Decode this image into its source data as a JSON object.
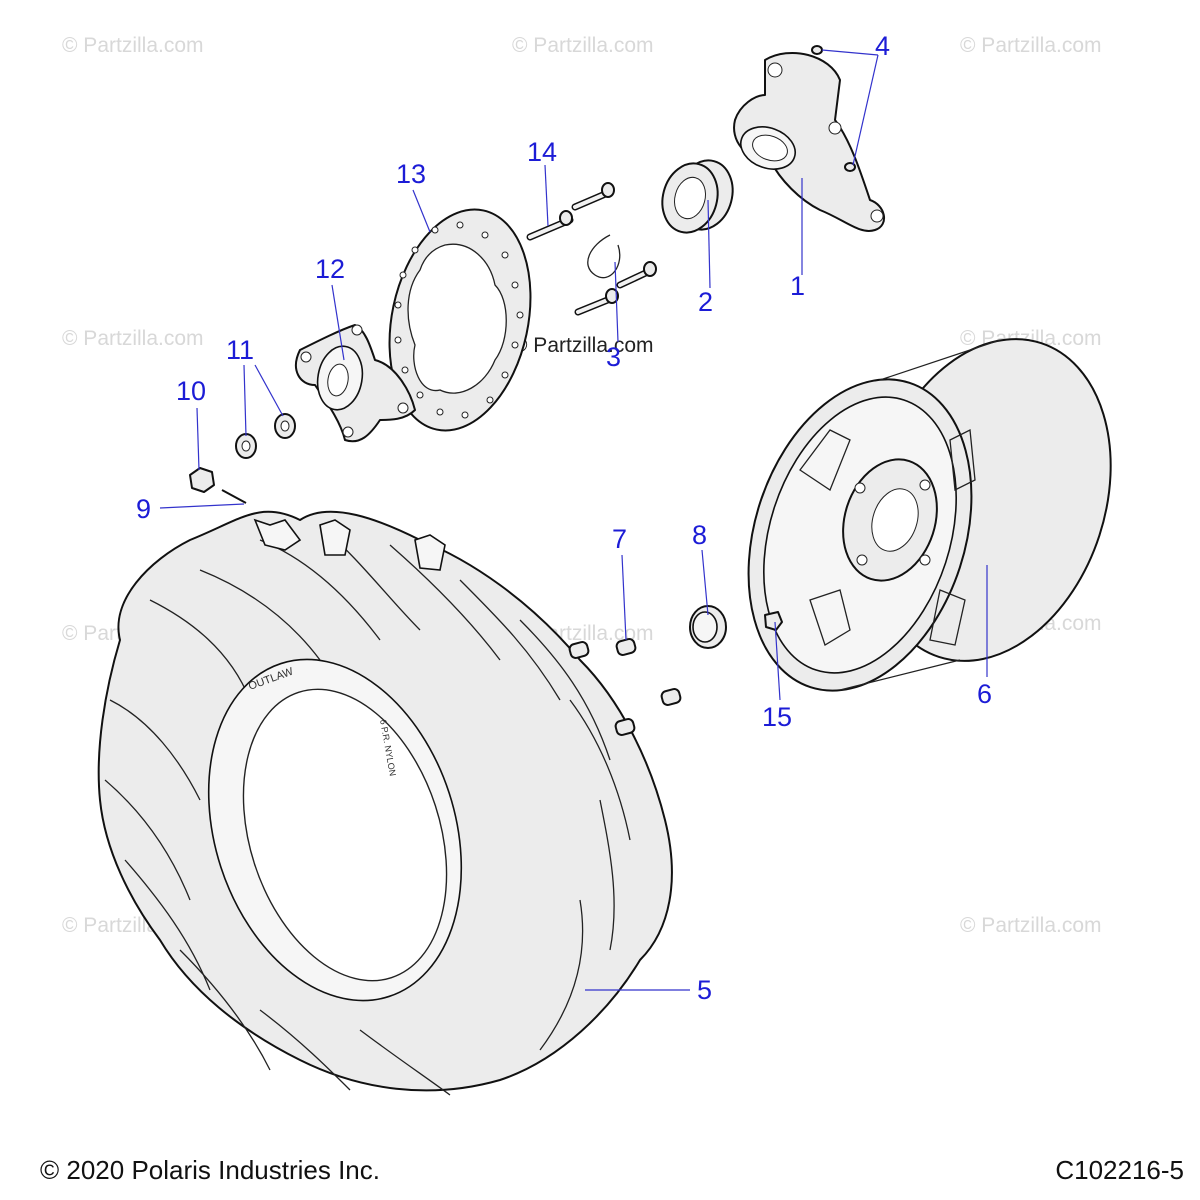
{
  "watermark": "© Partzilla.com",
  "copyright": "© 2020 Polaris Industries Inc.",
  "diagram_code": "C102216-5",
  "callouts": {
    "c1": "1",
    "c2": "2",
    "c3": "3",
    "c4": "4",
    "c5": "5",
    "c6": "6",
    "c7": "7",
    "c8": "8",
    "c9": "9",
    "c10": "10",
    "c11": "11",
    "c12": "12",
    "c13": "13",
    "c14": "14",
    "c15": "15"
  },
  "tire_markings": {
    "brand": "OUTLAW",
    "ply": "6 P.R. NYLON"
  }
}
